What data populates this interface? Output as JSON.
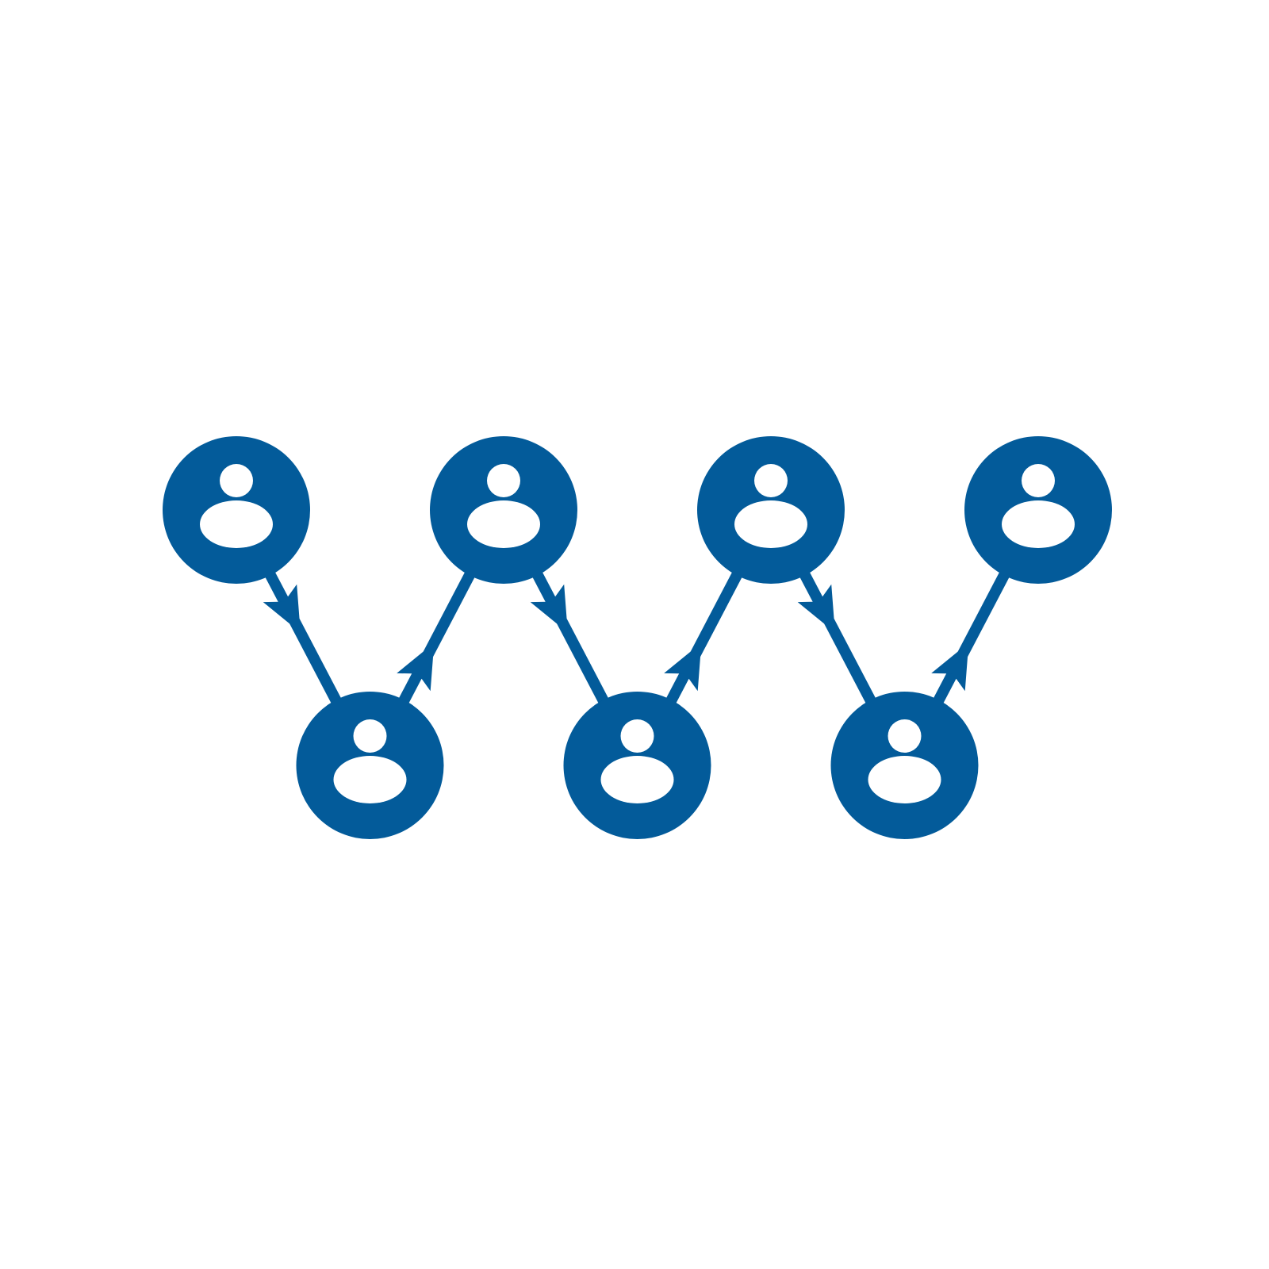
{
  "diagram": {
    "type": "network-chain",
    "node_icon": "person-icon",
    "colors": {
      "primary": "#035b9a",
      "icon_fill": "#ffffff",
      "background": "#ffffff"
    },
    "nodes": [
      {
        "id": "n1",
        "row": "top"
      },
      {
        "id": "n2",
        "row": "bottom"
      },
      {
        "id": "n3",
        "row": "top"
      },
      {
        "id": "n4",
        "row": "bottom"
      },
      {
        "id": "n5",
        "row": "top"
      },
      {
        "id": "n6",
        "row": "bottom"
      },
      {
        "id": "n7",
        "row": "top"
      }
    ],
    "edges": [
      {
        "from": "n1",
        "to": "n2",
        "arrow": "toward-to"
      },
      {
        "from": "n2",
        "to": "n3",
        "arrow": "toward-to"
      },
      {
        "from": "n3",
        "to": "n4",
        "arrow": "toward-to"
      },
      {
        "from": "n4",
        "to": "n5",
        "arrow": "toward-to"
      },
      {
        "from": "n5",
        "to": "n6",
        "arrow": "toward-to"
      },
      {
        "from": "n6",
        "to": "n7",
        "arrow": "toward-to"
      }
    ]
  }
}
